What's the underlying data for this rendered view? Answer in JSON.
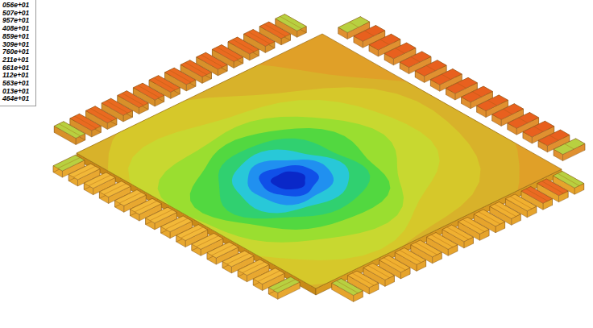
{
  "diagram": {
    "labels": [
      "056e+01",
      "507e+01",
      "957e+01",
      "408e+01",
      "859e+01",
      "309e+01",
      "760e+01",
      "211e+01",
      "661e+01",
      "112e+01",
      "563e+01",
      "013e+01",
      "464e+01"
    ]
  }
}
